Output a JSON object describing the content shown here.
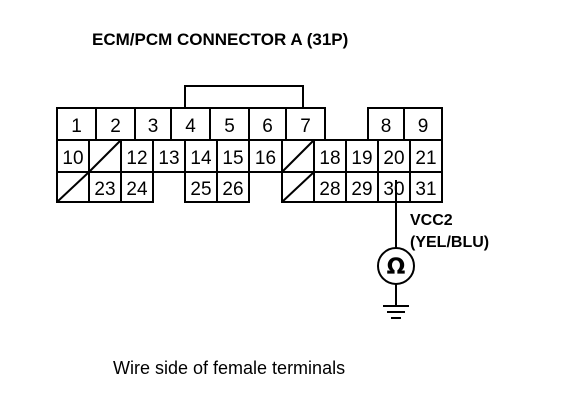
{
  "title": "ECM/PCM CONNECTOR A (31P)",
  "terminals": {
    "t1": "1",
    "t2": "2",
    "t3": "3",
    "t4": "4",
    "t5": "5",
    "t6": "6",
    "t7": "7",
    "t8": "8",
    "t9": "9",
    "t10": "10",
    "t12": "12",
    "t13": "13",
    "t14": "14",
    "t15": "15",
    "t16": "16",
    "t18": "18",
    "t19": "19",
    "t20": "20",
    "t21": "21",
    "t23": "23",
    "t24": "24",
    "t25": "25",
    "t26": "26",
    "t28": "28",
    "t29": "29",
    "t30": "30",
    "t31": "31"
  },
  "wire": {
    "signal": "VCC2",
    "color": "(YEL/BLU)"
  },
  "meter_symbol": "Ω",
  "caption": "Wire side of female terminals"
}
